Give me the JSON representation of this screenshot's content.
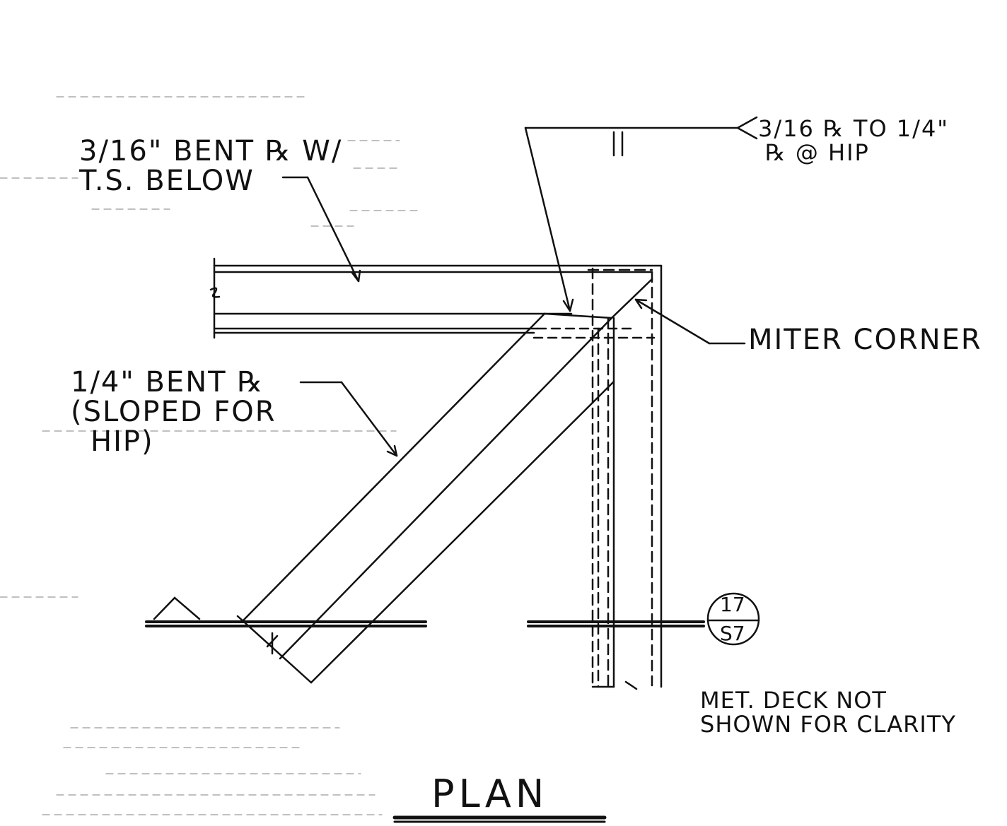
{
  "notes": {
    "bent_plate_top": [
      "3/16\" BENT ℞ W/",
      "T.S. BELOW"
    ],
    "weld_callout": [
      "3/16 ℞ TO 1/4\"",
      "℞ @ HIP"
    ],
    "miter_corner": "MITER CORNER",
    "bent_plate_hip": [
      "1/4\" BENT ℞",
      "(SLOPED FOR",
      "HIP)"
    ],
    "deck_note": [
      "MET. DECK NOT",
      "SHOWN FOR CLARITY"
    ]
  },
  "section_marker": {
    "number": "17",
    "sheet": "S7"
  },
  "title": "PLAN",
  "colors": {
    "ink": "#111111",
    "faint": "#9a9a9a"
  }
}
